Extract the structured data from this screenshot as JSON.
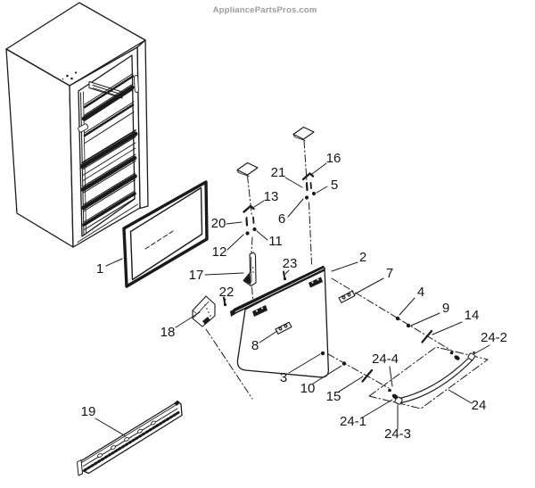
{
  "watermark": "AppliancePartsPros.com",
  "colors": {
    "background": "#ffffff",
    "line": "#1a1a1a",
    "label": "#151515",
    "watermark": "#9c9c9c"
  },
  "diagram": {
    "type": "exploded-parts-diagram",
    "part_labels": [
      "1",
      "2",
      "3",
      "4",
      "5",
      "6",
      "7",
      "8",
      "9",
      "10",
      "11",
      "12",
      "13",
      "14",
      "15",
      "16",
      "17",
      "18",
      "19",
      "20",
      "21",
      "22",
      "23",
      "24",
      "24-1",
      "24-2",
      "24-3",
      "24-4"
    ]
  }
}
